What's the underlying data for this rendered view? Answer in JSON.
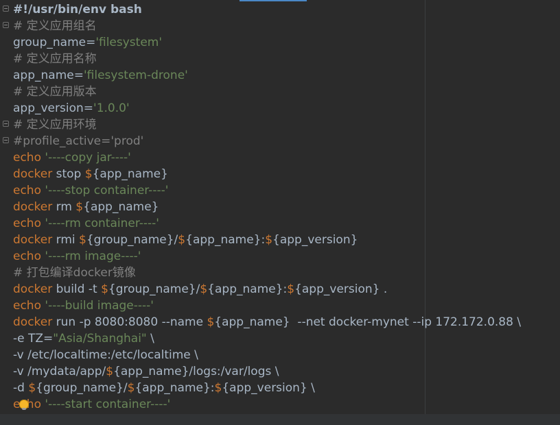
{
  "editor": {
    "language": "bash",
    "lines": [
      {
        "tokens": [
          {
            "t": "#!/usr/bin/env bash",
            "c": "shebang"
          }
        ]
      },
      {
        "tokens": [
          {
            "t": "# 定义应用组名",
            "c": "com"
          }
        ]
      },
      {
        "tokens": [
          {
            "t": "group_name=",
            "c": "var"
          },
          {
            "t": "'filesystem'",
            "c": "str"
          }
        ]
      },
      {
        "tokens": [
          {
            "t": "# 定义应用名称",
            "c": "com"
          }
        ]
      },
      {
        "tokens": [
          {
            "t": "app_name=",
            "c": "var"
          },
          {
            "t": "'filesystem-drone'",
            "c": "str"
          }
        ]
      },
      {
        "tokens": [
          {
            "t": "# 定义应用版本",
            "c": "com"
          }
        ]
      },
      {
        "tokens": [
          {
            "t": "app_version=",
            "c": "var"
          },
          {
            "t": "'1.0.0'",
            "c": "str"
          }
        ]
      },
      {
        "tokens": [
          {
            "t": "# 定义应用环境",
            "c": "com"
          }
        ]
      },
      {
        "tokens": [
          {
            "t": "#profile_active='prod'",
            "c": "com"
          }
        ]
      },
      {
        "tokens": [
          {
            "t": "echo",
            "c": "kw"
          },
          {
            "t": " ",
            "c": "var"
          },
          {
            "t": "'----copy jar----'",
            "c": "str"
          }
        ]
      },
      {
        "tokens": [
          {
            "t": "docker",
            "c": "kw"
          },
          {
            "t": " stop ",
            "c": "var"
          },
          {
            "t": "$",
            "c": "dollar"
          },
          {
            "t": "{app_name}",
            "c": "var"
          }
        ]
      },
      {
        "tokens": [
          {
            "t": "echo",
            "c": "kw"
          },
          {
            "t": " ",
            "c": "var"
          },
          {
            "t": "'----stop container----'",
            "c": "str"
          }
        ]
      },
      {
        "tokens": [
          {
            "t": "docker",
            "c": "kw"
          },
          {
            "t": " rm ",
            "c": "var"
          },
          {
            "t": "$",
            "c": "dollar"
          },
          {
            "t": "{app_name}",
            "c": "var"
          }
        ]
      },
      {
        "tokens": [
          {
            "t": "echo",
            "c": "kw"
          },
          {
            "t": " ",
            "c": "var"
          },
          {
            "t": "'----rm container----'",
            "c": "str"
          }
        ]
      },
      {
        "tokens": [
          {
            "t": "docker",
            "c": "kw"
          },
          {
            "t": " rmi ",
            "c": "var"
          },
          {
            "t": "$",
            "c": "dollar"
          },
          {
            "t": "{group_name}/",
            "c": "var"
          },
          {
            "t": "$",
            "c": "dollar"
          },
          {
            "t": "{app_name}:",
            "c": "var"
          },
          {
            "t": "$",
            "c": "dollar"
          },
          {
            "t": "{app_version}",
            "c": "var"
          }
        ]
      },
      {
        "tokens": [
          {
            "t": "echo",
            "c": "kw"
          },
          {
            "t": " ",
            "c": "var"
          },
          {
            "t": "'----rm image----'",
            "c": "str"
          }
        ]
      },
      {
        "tokens": [
          {
            "t": "# 打包编译docker镜像",
            "c": "com"
          }
        ]
      },
      {
        "tokens": [
          {
            "t": "docker",
            "c": "kw"
          },
          {
            "t": " build -t ",
            "c": "var"
          },
          {
            "t": "$",
            "c": "dollar"
          },
          {
            "t": "{group_name}/",
            "c": "var"
          },
          {
            "t": "$",
            "c": "dollar"
          },
          {
            "t": "{app_name}:",
            "c": "var"
          },
          {
            "t": "$",
            "c": "dollar"
          },
          {
            "t": "{app_version} .",
            "c": "var"
          }
        ]
      },
      {
        "tokens": [
          {
            "t": "echo",
            "c": "kw"
          },
          {
            "t": " ",
            "c": "var"
          },
          {
            "t": "'----build image----'",
            "c": "str"
          }
        ]
      },
      {
        "tokens": [
          {
            "t": "docker",
            "c": "kw"
          },
          {
            "t": " run -p 8080:8080 --name ",
            "c": "var"
          },
          {
            "t": "$",
            "c": "dollar"
          },
          {
            "t": "{app_name}  --net docker-mynet --ip 172.172.0.88 \\",
            "c": "var"
          }
        ]
      },
      {
        "tokens": [
          {
            "t": "-e TZ=",
            "c": "var"
          },
          {
            "t": "\"Asia/Shanghai\"",
            "c": "str"
          },
          {
            "t": " \\",
            "c": "var"
          }
        ]
      },
      {
        "tokens": [
          {
            "t": "-v /etc/localtime:/etc/localtime \\",
            "c": "var"
          }
        ]
      },
      {
        "tokens": [
          {
            "t": "-v /mydata/app/",
            "c": "var"
          },
          {
            "t": "$",
            "c": "dollar"
          },
          {
            "t": "{app_name}/logs:/var/logs \\",
            "c": "var"
          }
        ]
      },
      {
        "tokens": [
          {
            "t": "-d ",
            "c": "var"
          },
          {
            "t": "$",
            "c": "dollar"
          },
          {
            "t": "{group_name}/",
            "c": "var"
          },
          {
            "t": "$",
            "c": "dollar"
          },
          {
            "t": "{app_name}:",
            "c": "var"
          },
          {
            "t": "$",
            "c": "dollar"
          },
          {
            "t": "{app_version} \\",
            "c": "var"
          }
        ]
      },
      {
        "tokens": [
          {
            "t": "echo",
            "c": "kw"
          },
          {
            "t": " ",
            "c": "var"
          },
          {
            "t": "'----start container----'",
            "c": "str"
          }
        ]
      }
    ],
    "icons": {
      "fold": "fold-marker-icon",
      "intention": "intention-bulb-icon"
    },
    "colors": {
      "background": "#2b2b2b",
      "keyword": "#cc7832",
      "string": "#6a8759",
      "comment": "#808080",
      "text": "#a9b7c6"
    }
  }
}
